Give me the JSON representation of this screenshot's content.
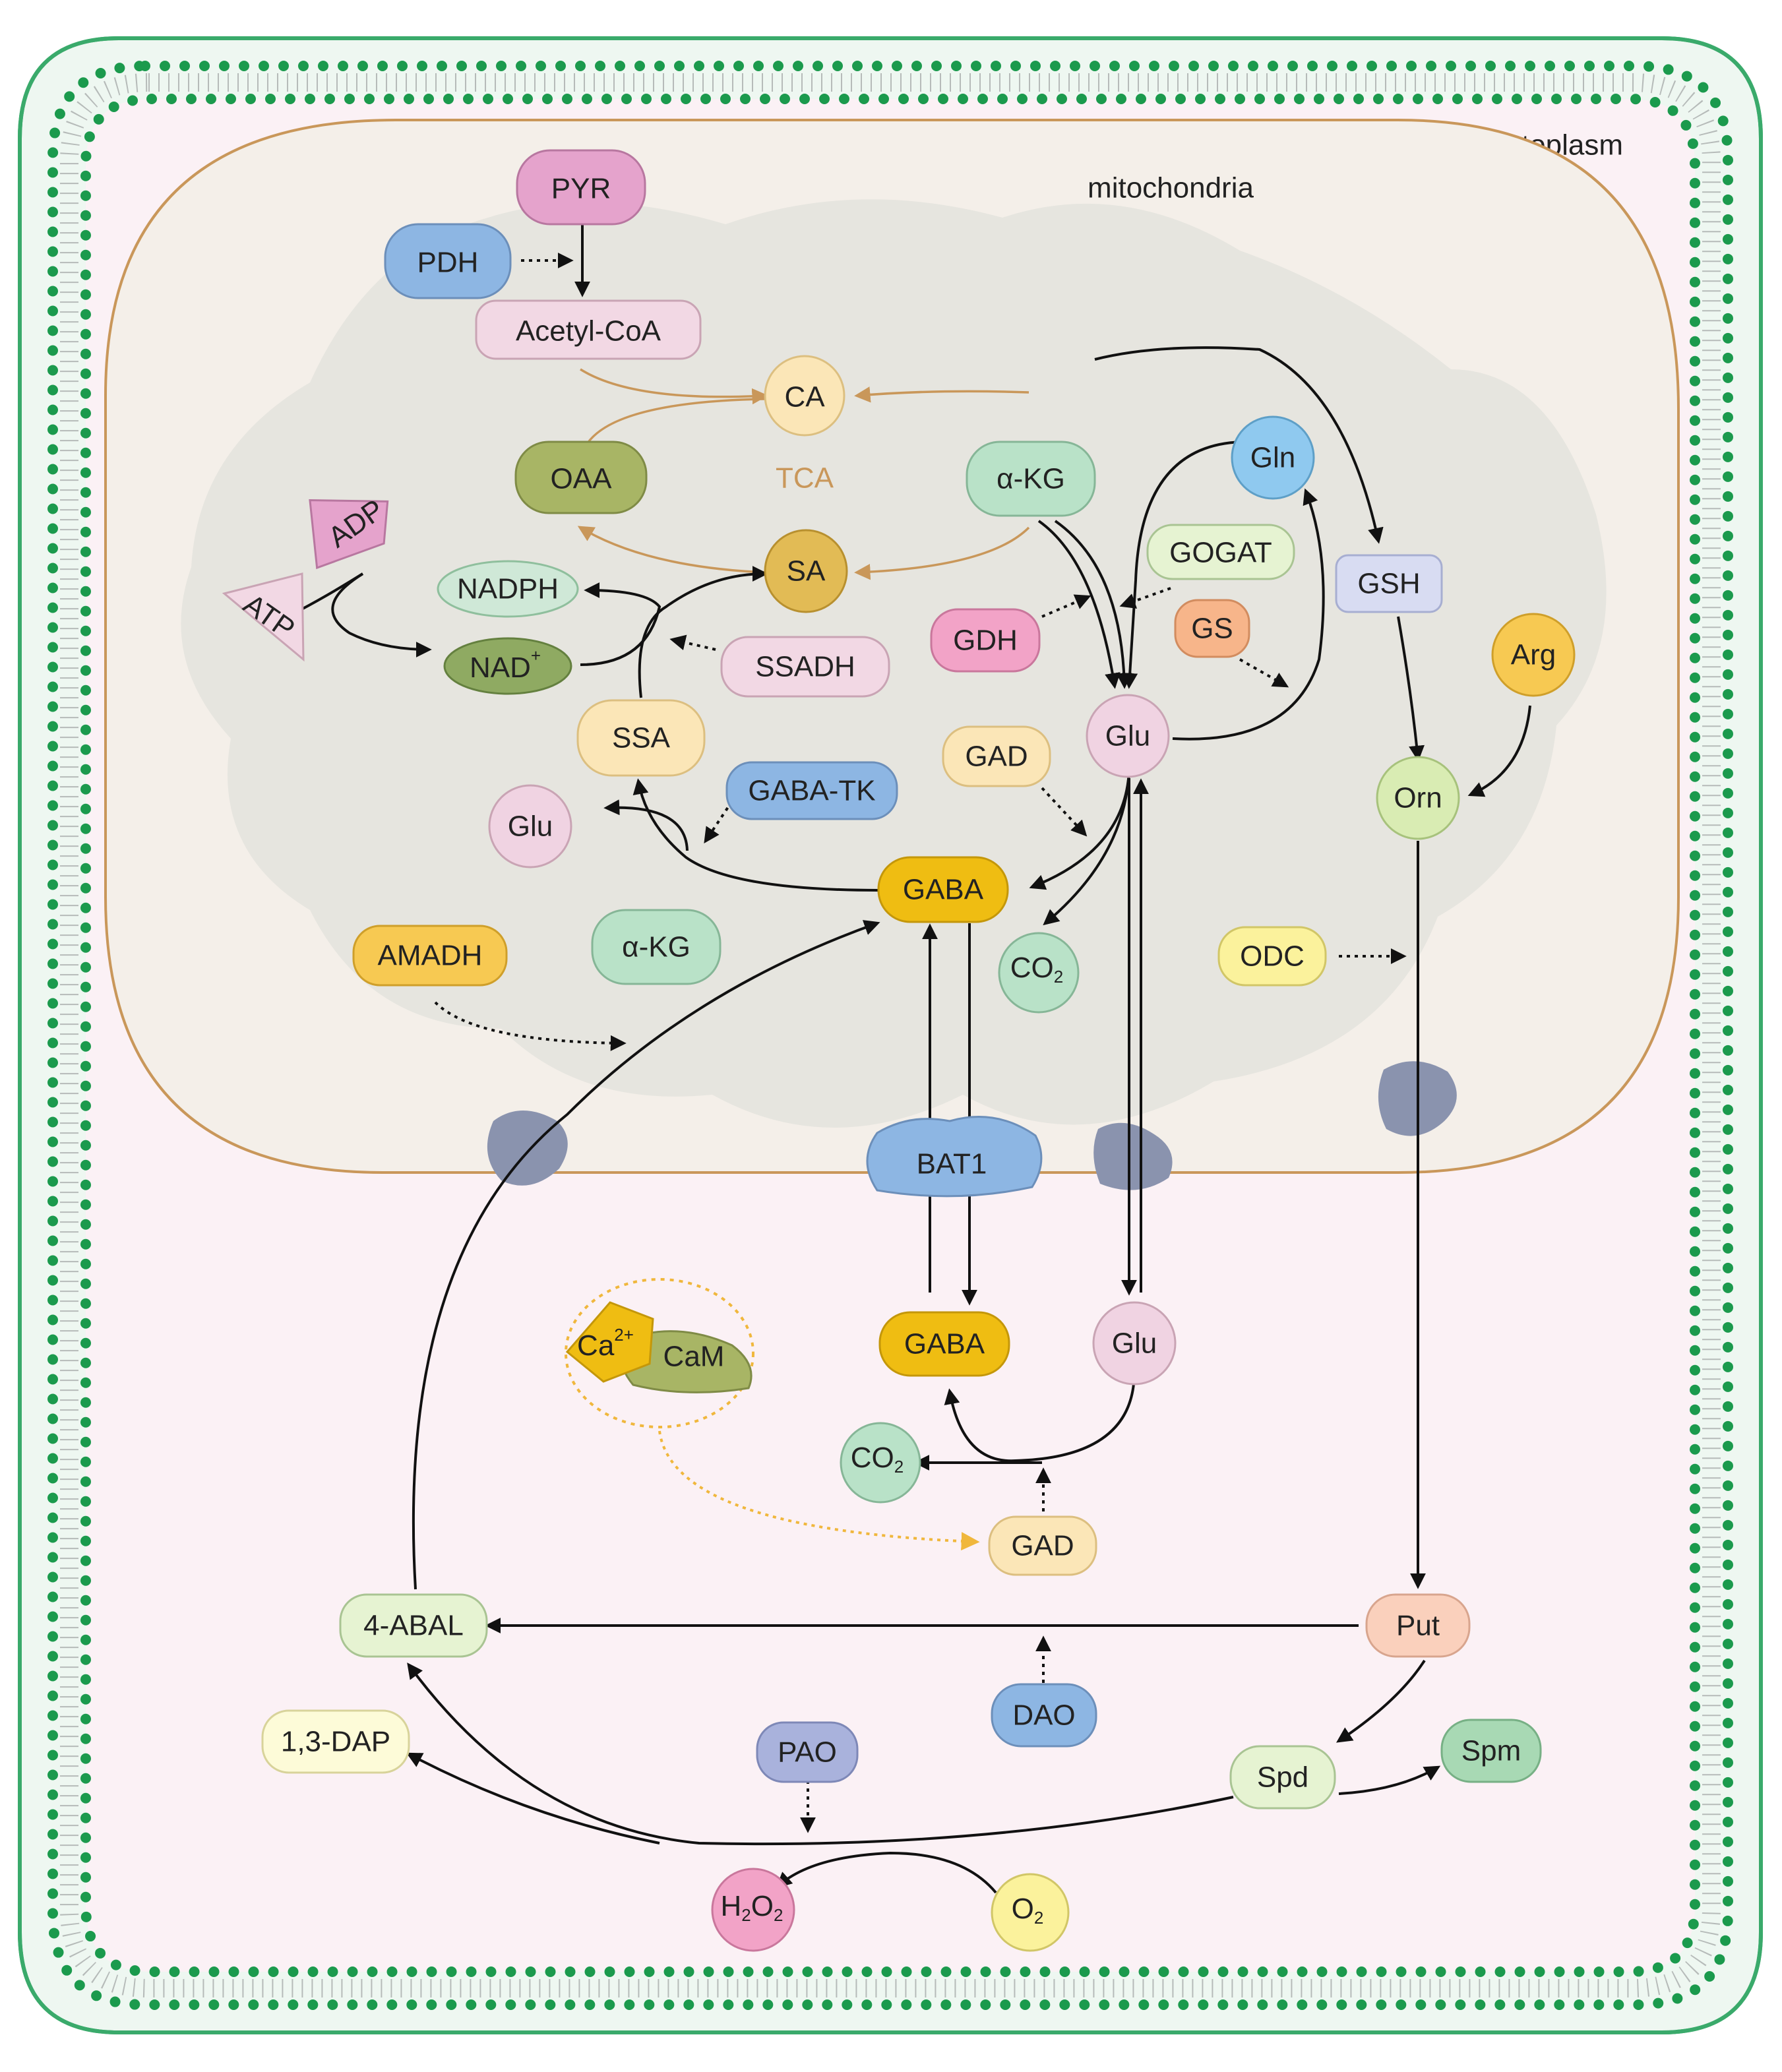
{
  "compartments": {
    "cytoplasm": "cytoplasm",
    "mitochondria": "mitochondria",
    "tca": "TCA"
  },
  "nodes": {
    "pyr": "PYR",
    "pdh": "PDH",
    "acetyl_coa": "Acetyl-CoA",
    "ca": "CA",
    "oaa": "OAA",
    "akg_top": "α-KG",
    "sa": "SA",
    "gln": "Gln",
    "gogat": "GOGAT",
    "gsh": "GSH",
    "adp": "ADP",
    "atp": "ATP",
    "nadph": "NADPH",
    "nad": "NAD",
    "nad_sup": "+",
    "ssadh": "SSADH",
    "gdh": "GDH",
    "gs": "GS",
    "arg": "Arg",
    "ssa": "SSA",
    "glu_mito": "Glu",
    "orn": "Orn",
    "gad_mito": "GAD",
    "glu_left": "Glu",
    "gaba_tk": "GABA-TK",
    "gaba_mito": "GABA",
    "co2_mito": "CO",
    "co2_mito_sub": "2",
    "amadh": "AMADH",
    "akg_bottom": "α-KG",
    "odc": "ODC",
    "bat1": "BAT1",
    "ca2": "Ca",
    "ca2_sup": "2+",
    "cam": "CaM",
    "gaba_cyto": "GABA",
    "glu_cyto": "Glu",
    "co2_cyto": "CO",
    "co2_cyto_sub": "2",
    "gad_cyto": "GAD",
    "abal": "4-ABAL",
    "put": "Put",
    "dao": "DAO",
    "dap": "1,3-DAP",
    "pao": "PAO",
    "spd": "Spd",
    "spm": "Spm",
    "h2o2_h": "H",
    "h2o2_sub1": "2",
    "h2o2_o": "O",
    "h2o2_sub2": "2",
    "o2": "O",
    "o2_sub": "2"
  },
  "colors": {
    "membrane_green": "#3aaa6b",
    "cell_fill": "#fbf1f5",
    "mito_outline": "#c9975a",
    "mito_fill": "#f4efe9",
    "matrix_fill": "#e6e5df",
    "gaba_yellow": "#efbd12",
    "transporter": "#8a93ae",
    "calcium_dotted": "#f0b73c"
  }
}
